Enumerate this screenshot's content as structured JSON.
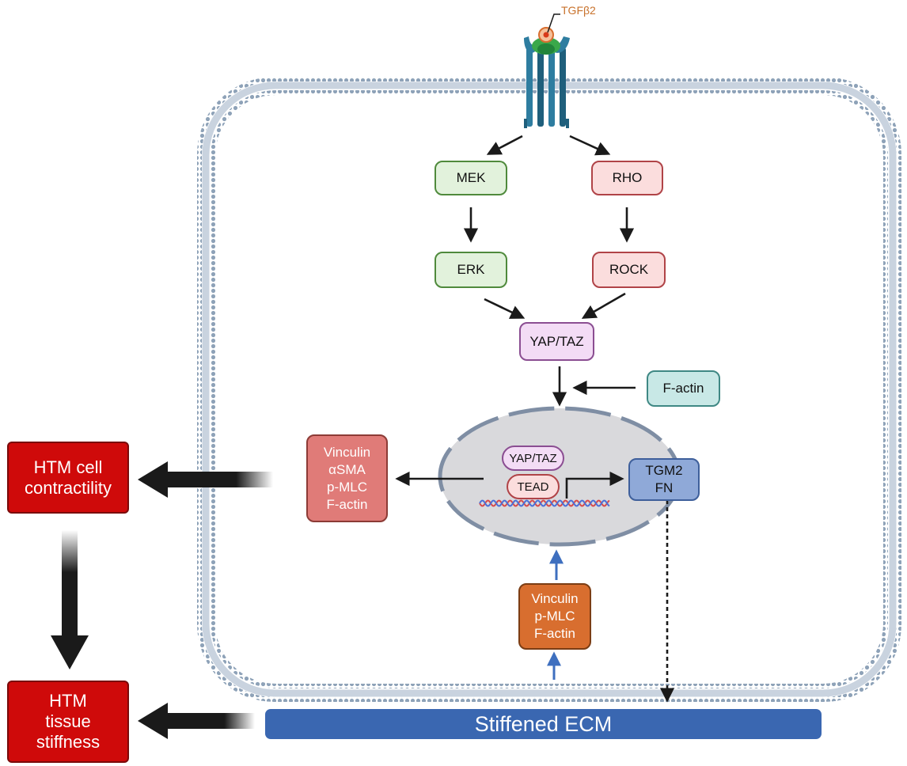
{
  "ligand": {
    "label": "TGFβ2"
  },
  "nodes": {
    "mek": "MEK",
    "rho": "RHO",
    "erk": "ERK",
    "rock": "ROCK",
    "yap_taz": "YAP/TAZ",
    "f_actin": "F-actin",
    "nucleus_yap_taz": "YAP/TAZ",
    "tead": "TEAD",
    "targets": [
      "TGM2",
      "FN"
    ],
    "contractility_markers": [
      "Vinculin",
      "αSMA",
      "p-MLC",
      "F-actin"
    ],
    "mechano_markers": [
      "Vinculin",
      "p-MLC",
      "F-actin"
    ]
  },
  "outcomes": {
    "contractility": [
      "HTM cell",
      "contractility"
    ],
    "stiffness": [
      "HTM",
      "tissue",
      "stiffness"
    ]
  },
  "ecm": {
    "label": "Stiffened ECM"
  },
  "colors": {
    "membrane_bead": "#8ea2b8",
    "nucleus_fill": "#d9d9dc",
    "nucleus_border": "#7f8ea4",
    "receptor_teal": "#2e7da0",
    "receptor_green": "#3aa84a",
    "ligand_orange": "#f08a5a",
    "arrow_black": "#1a1a1a",
    "arrow_blue": "#3e6fbf",
    "outcome_red": "#cf0a0a",
    "ecm_blue": "#3a67b1"
  }
}
